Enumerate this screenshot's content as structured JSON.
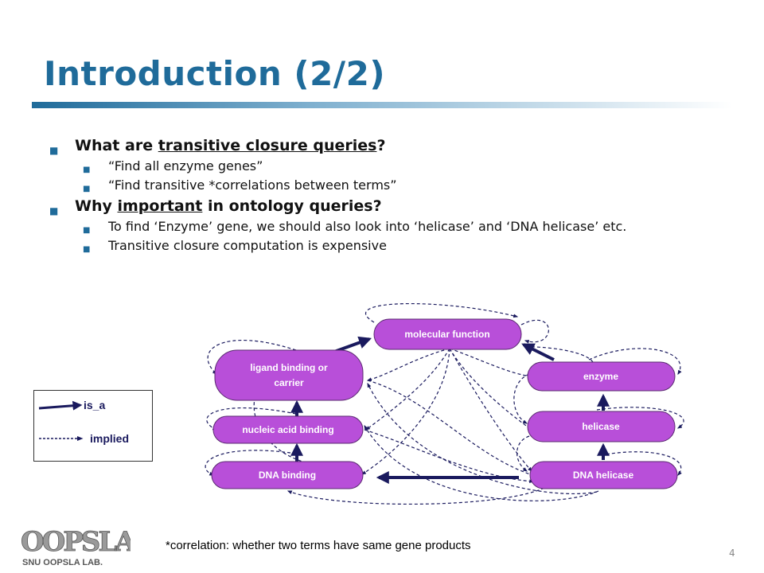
{
  "slide": {
    "title": "Introduction (2/2)",
    "bullets": [
      {
        "pre": "What are ",
        "u": "transitive closure queries",
        "post": "?",
        "subs": [
          "“Find all enzyme genes”",
          "“Find transitive *correlations between terms”"
        ]
      },
      {
        "pre": "Why ",
        "u": "important",
        "post": " in ontology queries?",
        "subs": [
          "To find ‘Enzyme’ gene, we should also look into ‘helicase’ and ‘DNA helicase’ etc.",
          "Transitive closure computation is expensive"
        ]
      }
    ],
    "footnote": "*correlation: whether two terms have same gene products",
    "page_number": "4"
  },
  "diagram": {
    "nodes": {
      "molecular_function": "molecular function",
      "ligand_binding_line1": "ligand binding or",
      "ligand_binding_line2": "carrier",
      "nucleic_acid_binding": "nucleic acid binding",
      "dna_binding": "DNA binding",
      "enzyme": "enzyme",
      "helicase": "helicase",
      "dna_helicase": "DNA helicase"
    },
    "legend": {
      "is_a": "is_a",
      "implied": "implied"
    }
  },
  "logo": {
    "text": "OOPSLA",
    "subtitle": "SNU OOPSLA LAB."
  },
  "colors": {
    "title": "#1f6b9a",
    "node_fill": "#b84fd9",
    "arrow": "#1a1a5e"
  }
}
